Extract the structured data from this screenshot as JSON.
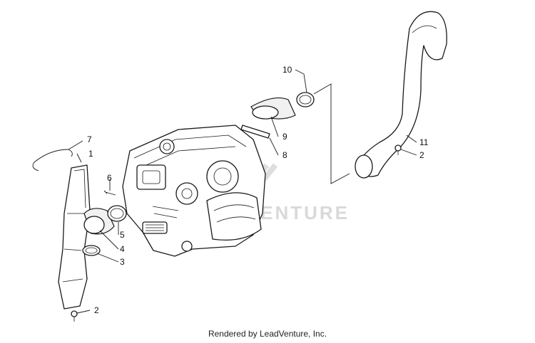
{
  "callouts": {
    "c1": "1",
    "c2a": "2",
    "c2b": "2",
    "c3": "3",
    "c4": "4",
    "c5": "5",
    "c6": "6",
    "c7": "7",
    "c8": "8",
    "c9": "9",
    "c10": "10",
    "c11": "11"
  },
  "watermark_text": "LEADVENTURE",
  "footer": "Rendered by LeadVenture, Inc."
}
